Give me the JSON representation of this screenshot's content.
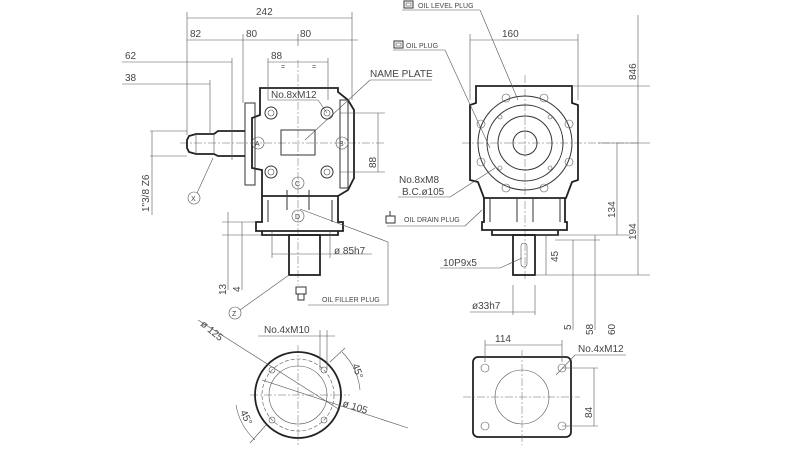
{
  "front_view": {
    "dim_overall": "242",
    "dim_82": "82",
    "dim_80_left": "80",
    "dim_80_right": "80",
    "dim_62": "62",
    "dim_38": "38",
    "dim_88_horizontal": "88",
    "dim_88_vertical": "88",
    "equal_mark": "=",
    "bolt_pattern": "No.8xM12",
    "name_plate": "NAME PLATE",
    "shaft_spec": "1\"3/8 Z6",
    "marker_x": "X",
    "marker_a": "A",
    "marker_b": "B",
    "marker_c": "C",
    "marker_d": "D",
    "marker_z": "Z",
    "pilot_diameter": "ø 85h7",
    "dim_13": "13",
    "dim_4": "4",
    "oil_filler_plug": "OIL FILLER PLUG"
  },
  "side_view": {
    "oil_level_plug": "OIL LEVEL PLUG",
    "oil_plug": "OIL PLUG",
    "oil_drain_plug": "OIL DRAIN PLUG",
    "dim_160": "160",
    "dim_846": "846",
    "dim_134": "134",
    "dim_194": "194",
    "dim_45": "45",
    "dim_5": "5",
    "dim_58": "58",
    "dim_60": "60",
    "bolt_pattern": "No.8xM8",
    "bolt_circle": "B.C.ø105",
    "keyway": "10P9x5",
    "shaft_diameter": "ø33h7"
  },
  "round_flange_view": {
    "outer_diameter": "ø 125",
    "bolt_pattern": "No.4xM10",
    "angle_top": "45°",
    "angle_bottom": "45°",
    "bolt_circle": "ø 105"
  },
  "square_flange_view": {
    "dim_114": "114",
    "dim_84": "84",
    "bolt_pattern": "No.4xM12"
  },
  "colors": {
    "line": "#222222",
    "text": "#444444",
    "background": "#ffffff"
  }
}
